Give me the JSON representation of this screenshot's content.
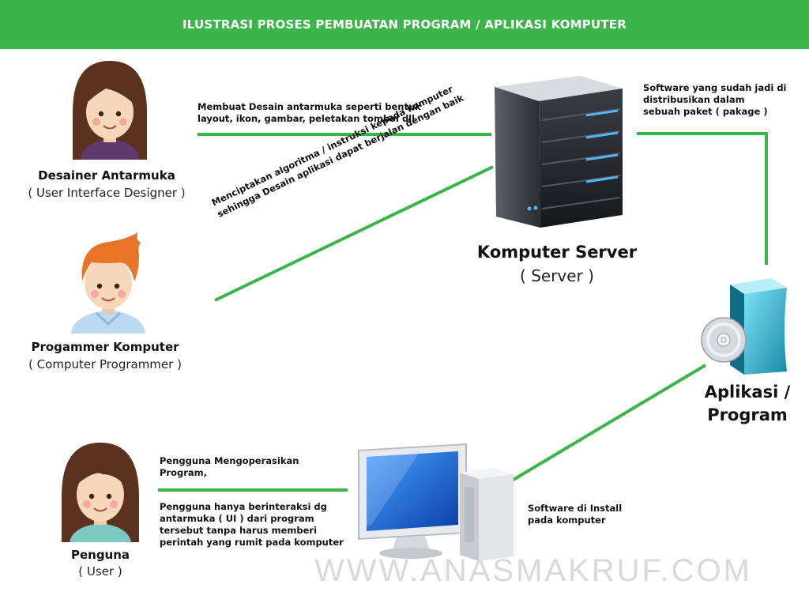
{
  "title": "ILUSTRASI PROSES PEMBUATAN PROGRAM / APLIKASI KOMPUTER",
  "actors": {
    "designer": {
      "name": "Desainer Antarmuka",
      "role": "( User Interface Designer )"
    },
    "programmer": {
      "name": "Progammer Komputer",
      "role": "( Computer Programmer )"
    },
    "user": {
      "name": "Penguna",
      "role": "( User )"
    }
  },
  "server": {
    "name": "Komputer Server",
    "sub": "( Server )"
  },
  "app": {
    "line1": "Aplikasi /",
    "line2": "Program"
  },
  "notes": {
    "designer_line1": "Membuat Desain antarmuka seperti bentuk",
    "designer_line2": "layout, ikon, gambar, peletakan tombol dll",
    "programmer_line1": "Menciptakan algoritma / instruksi kepada komputer",
    "programmer_line2": "sehingga Desain aplikasi dapat berjalan dengan baik",
    "distribute_line1": "Software yang sudah jadi di",
    "distribute_line2": "distribusikan dalam",
    "distribute_line3": "sebuah paket ( pakage )",
    "install_line1": "Software di Install",
    "install_line2": "pada komputer",
    "user_a1": "Pengguna Mengoperasikan",
    "user_a2": "Program,",
    "user_b1": "Pengguna hanya berinteraksi dg",
    "user_b2": "antarmuka ( UI ) dari program",
    "user_b3": "tersebut tanpa harus memberi",
    "user_b4": "perintah yang rumit pada komputer"
  },
  "watermark": "WWW.ANASMAKRUF.COM",
  "colors": {
    "accent": "#3bb54a",
    "server_led": "#4fb6ff",
    "screen": "#1d63d8"
  },
  "icons": [
    "designer-avatar-icon",
    "programmer-avatar-icon",
    "user-avatar-icon",
    "server-icon",
    "software-box-icon",
    "cd-disc-icon",
    "desktop-computer-icon"
  ]
}
